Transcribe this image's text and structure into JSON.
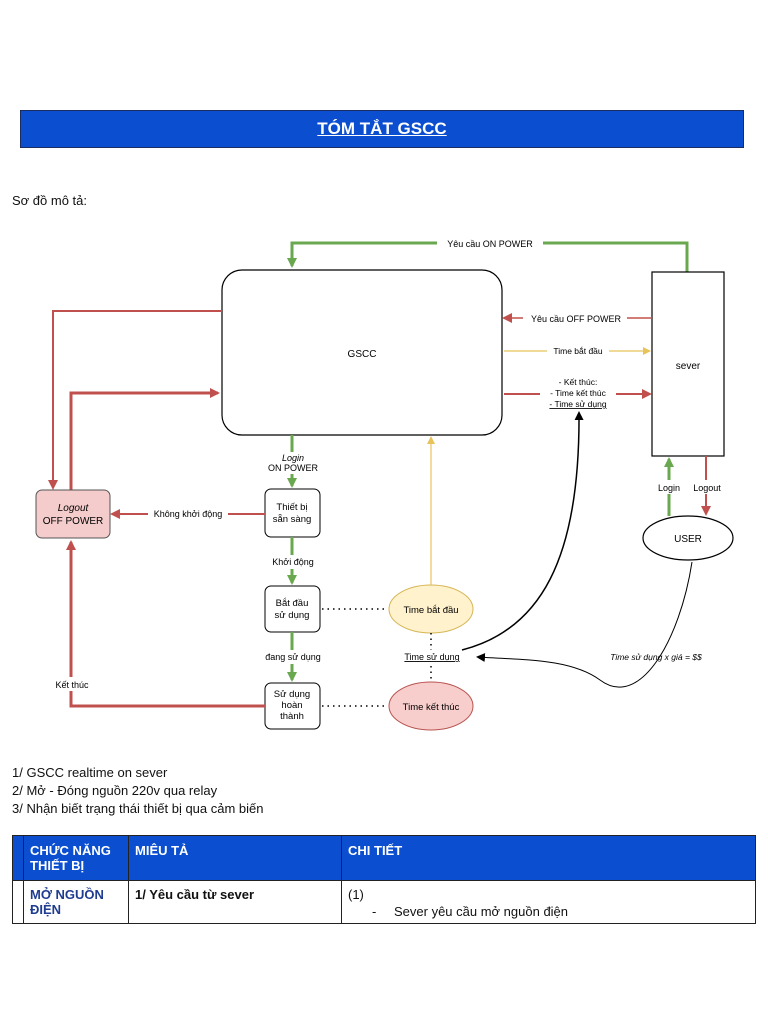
{
  "header": {
    "title": "TÓM TẮT GSCC"
  },
  "intro": "Sơ đồ mô tả:",
  "diagram": {
    "gscc": "GSCC",
    "server": "sever",
    "user": "USER",
    "logout_box": {
      "line1": "Logout",
      "line2": "OFF POWER"
    },
    "ready": {
      "line1": "Thiết bị",
      "line2": "sẵn sàng"
    },
    "start_use": {
      "line1": "Bắt đầu",
      "line2": "sử dụng"
    },
    "done": {
      "line1": "Sử dụng",
      "line2": "hoàn",
      "line3": "thành"
    },
    "time_start": "Time bắt đầu",
    "time_end": "Time kết thúc",
    "labels": {
      "req_on": "Yêu cầu ON POWER",
      "req_off": "Yêu cầu OFF POWER",
      "time_start_arrow": "Time bắt đầu",
      "end1": "- Kết thúc:",
      "end2": "- Time kết thúc",
      "end3": "- Time sử dụng",
      "login_italic": "Login",
      "on_power": "ON POWER",
      "no_start": "Không khởi động",
      "start": "Khởi động",
      "in_use": "đang sử dụng",
      "finish": "Kết thúc",
      "time_used": "Time sử dụng",
      "formula": "Time sử dụng x giá = $$",
      "login": "Login",
      "logout": "Logout"
    },
    "colors": {
      "green": "#6aa84f",
      "red": "#c0504d",
      "yellow": "#e8c35a"
    }
  },
  "features": [
    "1/ GSCC realtime on sever",
    "2/ Mở - Đóng nguồn 220v qua relay",
    "3/ Nhận biết trạng thái thiết bị qua cảm biến"
  ],
  "table": {
    "headers": [
      "CHỨC NĂNG THIẾT BỊ",
      "MIÊU TẢ",
      "CHI TIẾT"
    ],
    "rows": [
      {
        "feature": "MỞ NGUỒN ĐIỆN",
        "desc": "1/ Yêu cầu từ sever",
        "detail_num": "(1)",
        "detail_dash": "-",
        "detail_text": "Sever yêu cầu mở nguồn điện"
      }
    ]
  }
}
